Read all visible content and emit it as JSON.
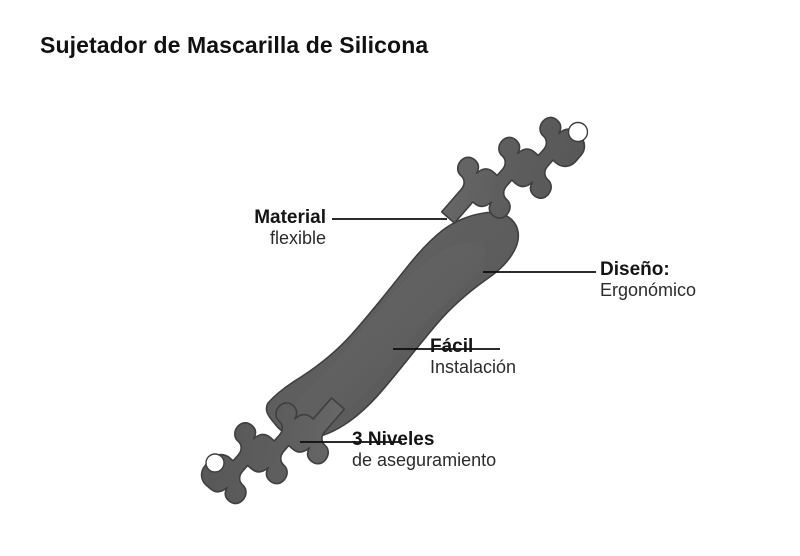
{
  "page": {
    "title": "Sujetador de Mascarilla de Silicona",
    "background_color": "#ffffff",
    "title_color": "#111111"
  },
  "product": {
    "name": "silicone-mask-strap-extender",
    "body_color": "#5e5e5e",
    "outline_color": "#3d3d3d",
    "hole_color": "#ffffff",
    "hook_count_per_end": 3
  },
  "callouts": [
    {
      "id": "material",
      "primary": "Material",
      "secondary": "flexible",
      "align": "right"
    },
    {
      "id": "diseno",
      "primary": "Diseño:",
      "secondary": "Ergonómico",
      "align": "left"
    },
    {
      "id": "facil",
      "primary": "Fácil",
      "secondary": "Instalación",
      "align": "left"
    },
    {
      "id": "niveles",
      "primary": "3 Niveles",
      "secondary": "de aseguramiento",
      "align": "left"
    }
  ],
  "leader_lines": {
    "color": "#0d0d0d",
    "width": 1.6
  }
}
